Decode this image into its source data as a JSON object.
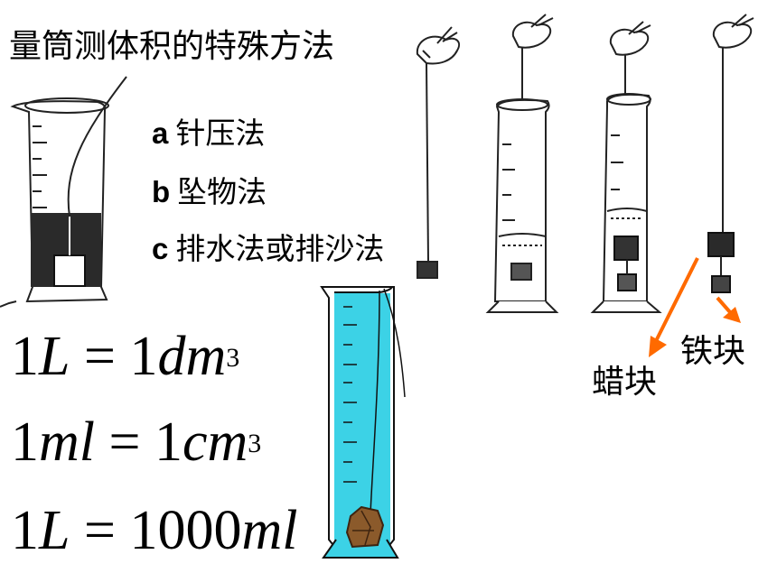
{
  "title": "量筒测体积的特殊方法",
  "methods": [
    {
      "letter": "a",
      "text": "针压法"
    },
    {
      "letter": "b",
      "text": "坠物法"
    },
    {
      "letter": "c",
      "text": "排水法或排沙法"
    }
  ],
  "formulas": [
    {
      "lhs_num": "1",
      "lhs_unit": "L",
      "eq": "=",
      "rhs_num": "1",
      "rhs_unit": "dm",
      "exp": "3"
    },
    {
      "lhs_num": "1",
      "lhs_unit": "ml",
      "eq": "=",
      "rhs_num": "1",
      "rhs_unit": "cm",
      "exp": "3"
    },
    {
      "lhs_num": "1",
      "lhs_unit": "L",
      "eq": "=",
      "rhs_num": "1000",
      "rhs_unit": "ml",
      "exp": ""
    }
  ],
  "labels": {
    "iron": "铁块",
    "wax": "蜡块"
  },
  "colors": {
    "water": "#3cd2e6",
    "arrow": "#ff6a00",
    "rock": "#8b5a2b",
    "dark": "#222222"
  }
}
